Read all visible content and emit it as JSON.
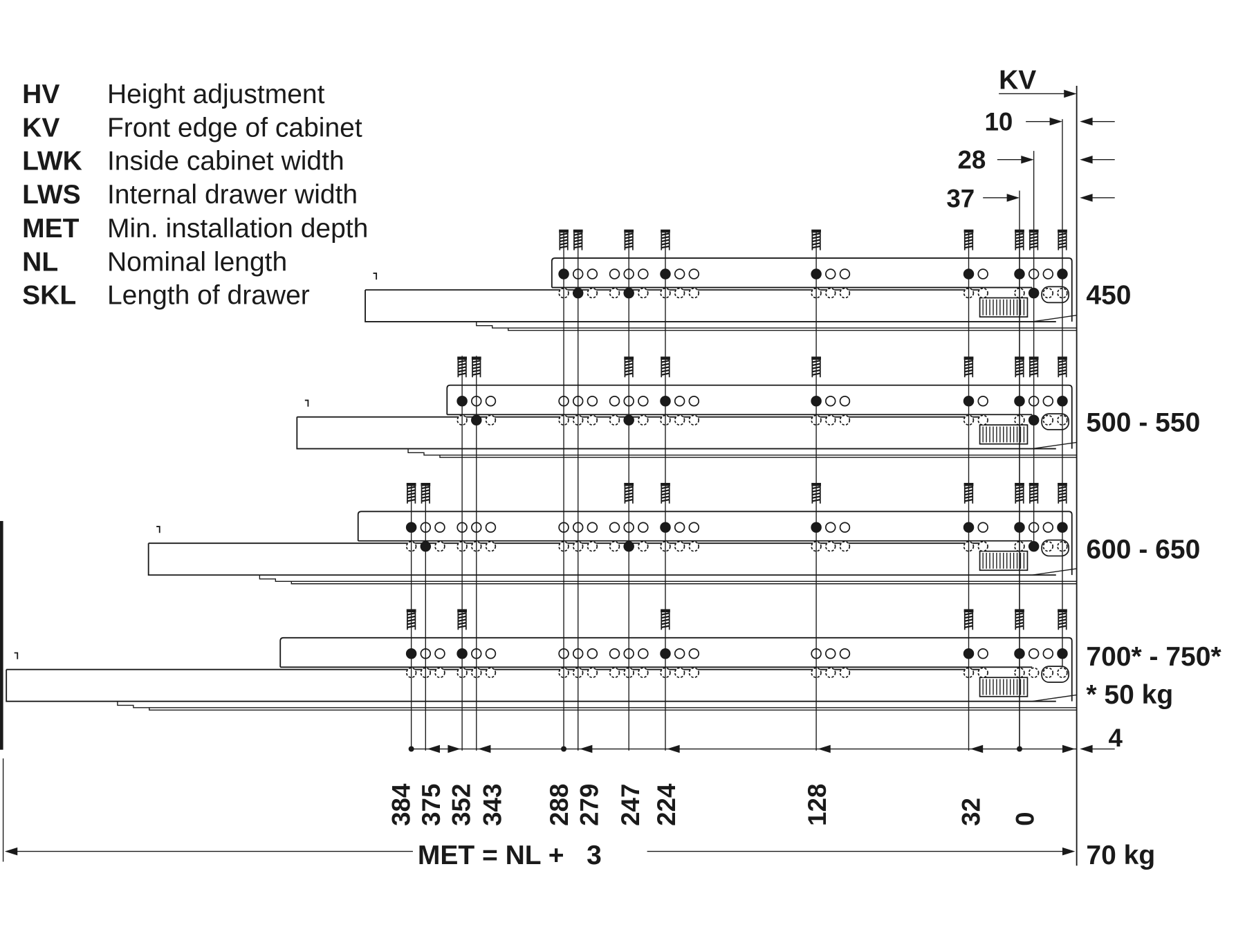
{
  "legend": [
    {
      "abbr": "HV",
      "text": "Height adjustment"
    },
    {
      "abbr": "KV",
      "text": "Front edge of cabinet"
    },
    {
      "abbr": "LWK",
      "text": "Inside cabinet width"
    },
    {
      "abbr": "LWS",
      "text": "Internal drawer width"
    },
    {
      "abbr": "MET",
      "text": "Min. installation depth"
    },
    {
      "abbr": "NL",
      "text": "Nominal length"
    },
    {
      "abbr": "SKL",
      "text": "Length of drawer"
    }
  ],
  "kv": {
    "label": "KV",
    "offsets": [
      "10",
      "28",
      "37"
    ]
  },
  "drawers": [
    {
      "length": "450"
    },
    {
      "length": "500 - 550"
    },
    {
      "length": "600 - 650"
    },
    {
      "length": "700* - 750*",
      "note": "* 50 kg"
    }
  ],
  "hole_positions": [
    "384",
    "375",
    "352",
    "343",
    "288",
    "279",
    "247",
    "224",
    "128",
    "32",
    "0"
  ],
  "right_offset": "4",
  "met_formula": "MET = NL +   3",
  "load": "70 kg"
}
